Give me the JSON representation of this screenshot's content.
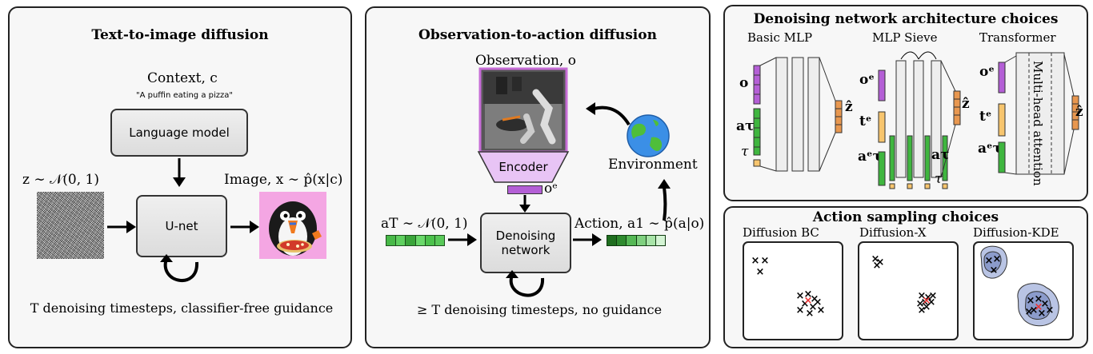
{
  "panel1": {
    "title": "Text-to-image diffusion",
    "context_label": "Context, c",
    "context_quote": "\"A puffin eating a pizza\"",
    "language_model": "Language model",
    "noise_label": "z ∼ 𝒩(0, 1)",
    "image_label": "Image, x ∼ p̂(x|c)",
    "unet": "U-net",
    "caption": "T denoising timesteps, classifier-free guidance"
  },
  "panel2": {
    "title": "Observation-to-action diffusion",
    "observation_label": "Observation, o",
    "encoder": "Encoder",
    "oe_label": "oᵉ",
    "environment": "Environment",
    "noise_label": "aT ∼ 𝒩(0, 1)",
    "action_label": "Action, a1 ∼ p̂(a|o)",
    "denoising_network": "Denoising network",
    "caption": "≥ T denoising timesteps, no guidance"
  },
  "panel3": {
    "title": "Denoising network architecture choices",
    "arch_labels": [
      "Basic MLP",
      "MLP Sieve",
      "Transformer"
    ],
    "o_label": "o",
    "a_tau_label": "aτ",
    "tau_label": "τ",
    "z_hat_label": "ẑ",
    "oe_label": "oᵉ",
    "te_label": "tᵉ",
    "ae_tau_label": "aᵉτ",
    "attention_label": "Multi-head attention"
  },
  "panel4": {
    "title": "Action sampling choices",
    "methods": [
      "Diffusion BC",
      "Diffusion-X",
      "Diffusion-KDE"
    ]
  },
  "colors": {
    "purple": "#b45fd6",
    "green": "#3fb63f",
    "dark_green": "#1e6e1e",
    "orange": "#e8974f",
    "yellow": "#f7c56e",
    "blue_region": "#b9c4e4",
    "red_x": "#e33"
  }
}
